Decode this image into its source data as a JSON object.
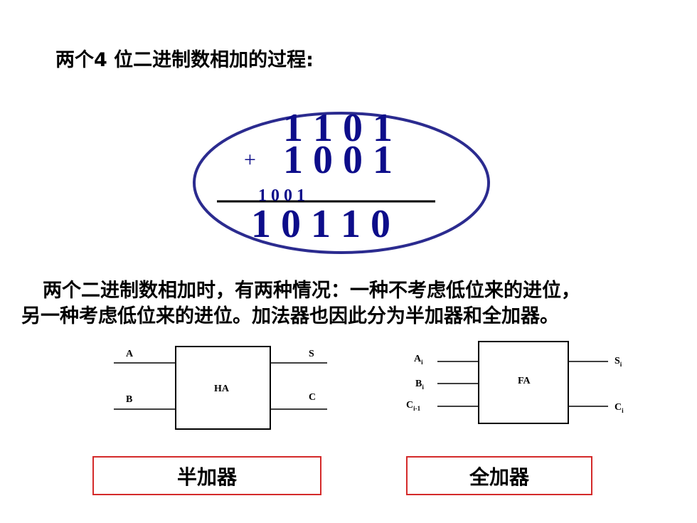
{
  "title": "两个4 位二进制数相加的过程:",
  "addition": {
    "row1": "1 1 0 1",
    "plus_sign": "+",
    "row2": "1 0 0 1",
    "carries": "1  0  0  1",
    "result": "1 0 1 1 0"
  },
  "paragraph": {
    "line1": "两个二进制数相加时，有两种情况：一种不考虑低位来的进位，",
    "line2": "另一种考虑低位来的进位。加法器也因此分为半加器和全加器。"
  },
  "half_adder": {
    "block": "HA",
    "in_a": "A",
    "in_b": "B",
    "out_s": "S",
    "out_c": "C",
    "caption": "半加器"
  },
  "full_adder": {
    "block": "FA",
    "in_a": "A",
    "in_a_sub": "i",
    "in_b": "B",
    "in_b_sub": "i",
    "in_c": "C",
    "in_c_sub": "i-1",
    "out_s": "S",
    "out_s_sub": "i",
    "out_c": "C",
    "out_c_sub": "i",
    "caption": "全加器"
  },
  "colors": {
    "ellipse": "#2b2b8f",
    "digits": "#0d0d8a",
    "caption_border": "#d42a2a"
  }
}
